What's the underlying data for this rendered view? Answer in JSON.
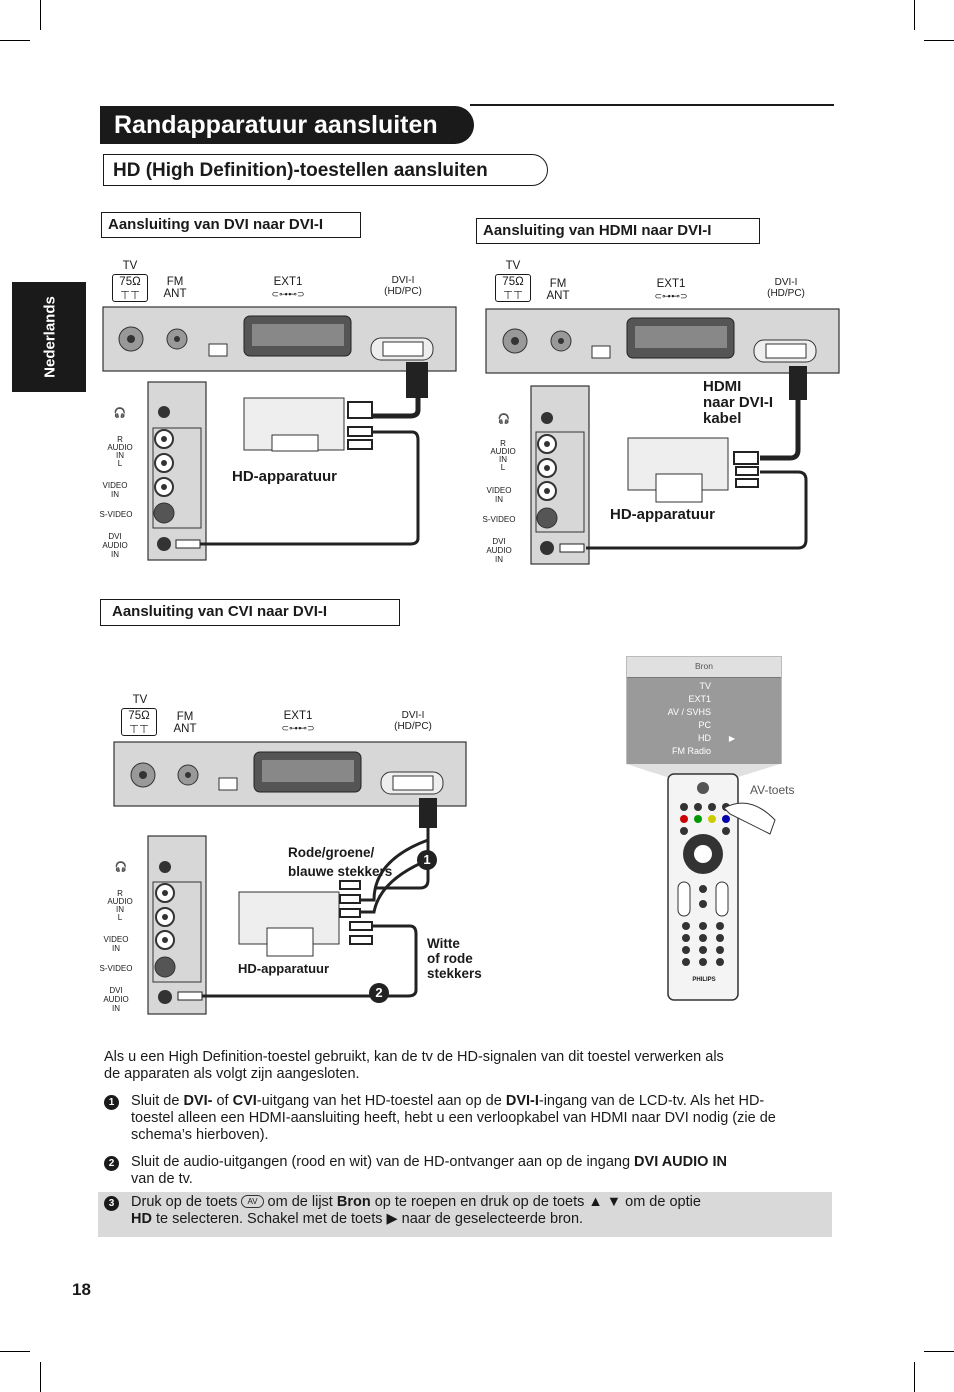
{
  "page": {
    "title": "Randapparatuur aansluiten",
    "subtitle": "HD (High Definition)-toestellen aansluiten",
    "side_tab": "Nederlands",
    "page_number": "18"
  },
  "sections": {
    "dvi": "Aansluiting van DVI naar DVI-I",
    "hdmi": "Aansluiting van HDMI naar DVI-I",
    "cvi": "Aansluiting van CVI naar DVI-I"
  },
  "connectors": {
    "tv": "TV",
    "ohm": "75Ω",
    "fm": "FM",
    "ant": "ANT",
    "ext1": "EXT1",
    "dvii": "DVI-I",
    "hdpc": "(HD/PC)",
    "audio_in_r": "R",
    "audio": "AUDIO",
    "in": "IN",
    "audio_in_l": "L",
    "video": "VIDEO",
    "svideo": "S-VIDEO",
    "dvi": "DVI"
  },
  "labels": {
    "hd_device": "HD-apparatuur",
    "hdmi_cable_1": "HDMI",
    "hdmi_cable_2": "naar DVI-I",
    "hdmi_cable_3": "kabel",
    "rgb_1": "Rode/groene/",
    "rgb_2": "blauwe stekkers",
    "wr_1": "Witte",
    "wr_2": "of rode",
    "wr_3": "stekkers",
    "av_key": "AV-toets",
    "step1_marker": "1",
    "step2_marker": "2"
  },
  "menu": {
    "title": "Bron",
    "items": [
      "TV",
      "EXT1",
      "AV / SVHS",
      "PC",
      "HD",
      "FM Radio"
    ],
    "selected_index": 4
  },
  "remote": {
    "brand": "PHILIPS"
  },
  "text": {
    "intro_1": "Als u een High Definition-toestel gebruikt, kan de tv de HD-signalen van dit toestel verwerken als",
    "intro_2": "de apparaten als volgt zijn aangesloten.",
    "s1_n": "1",
    "s1_a": "Sluit de ",
    "s1_b": "DVI-",
    "s1_c": " of ",
    "s1_d": "CVI",
    "s1_e": "-uitgang van het HD-toestel aan op de ",
    "s1_f": "DVI-I",
    "s1_g": "-ingang van de LCD-tv. Als het HD-",
    "s1_line2": "toestel alleen een HDMI-aansluiting heeft, hebt u een verloopkabel van HDMI naar DVI nodig (zie de",
    "s1_line3": "schema’s hierboven).",
    "s2_n": "2",
    "s2_a": "Sluit de audio-uitgangen (rood en wit) van de HD-ontvanger aan op de ingang ",
    "s2_b": "DVI AUDIO IN",
    "s2_line2": "van de tv.",
    "s3_n": "3",
    "s3_a": "Druk op de toets ",
    "s3_key": "AV",
    "s3_b": " om de lijst ",
    "s3_c": "Bron",
    "s3_d": " op te roepen en druk op de toets ▲ ▼ om de optie",
    "s3_e": "HD",
    "s3_f": " te selecteren. Schakel met de toets ▶ naar de geselecteerde bron."
  }
}
